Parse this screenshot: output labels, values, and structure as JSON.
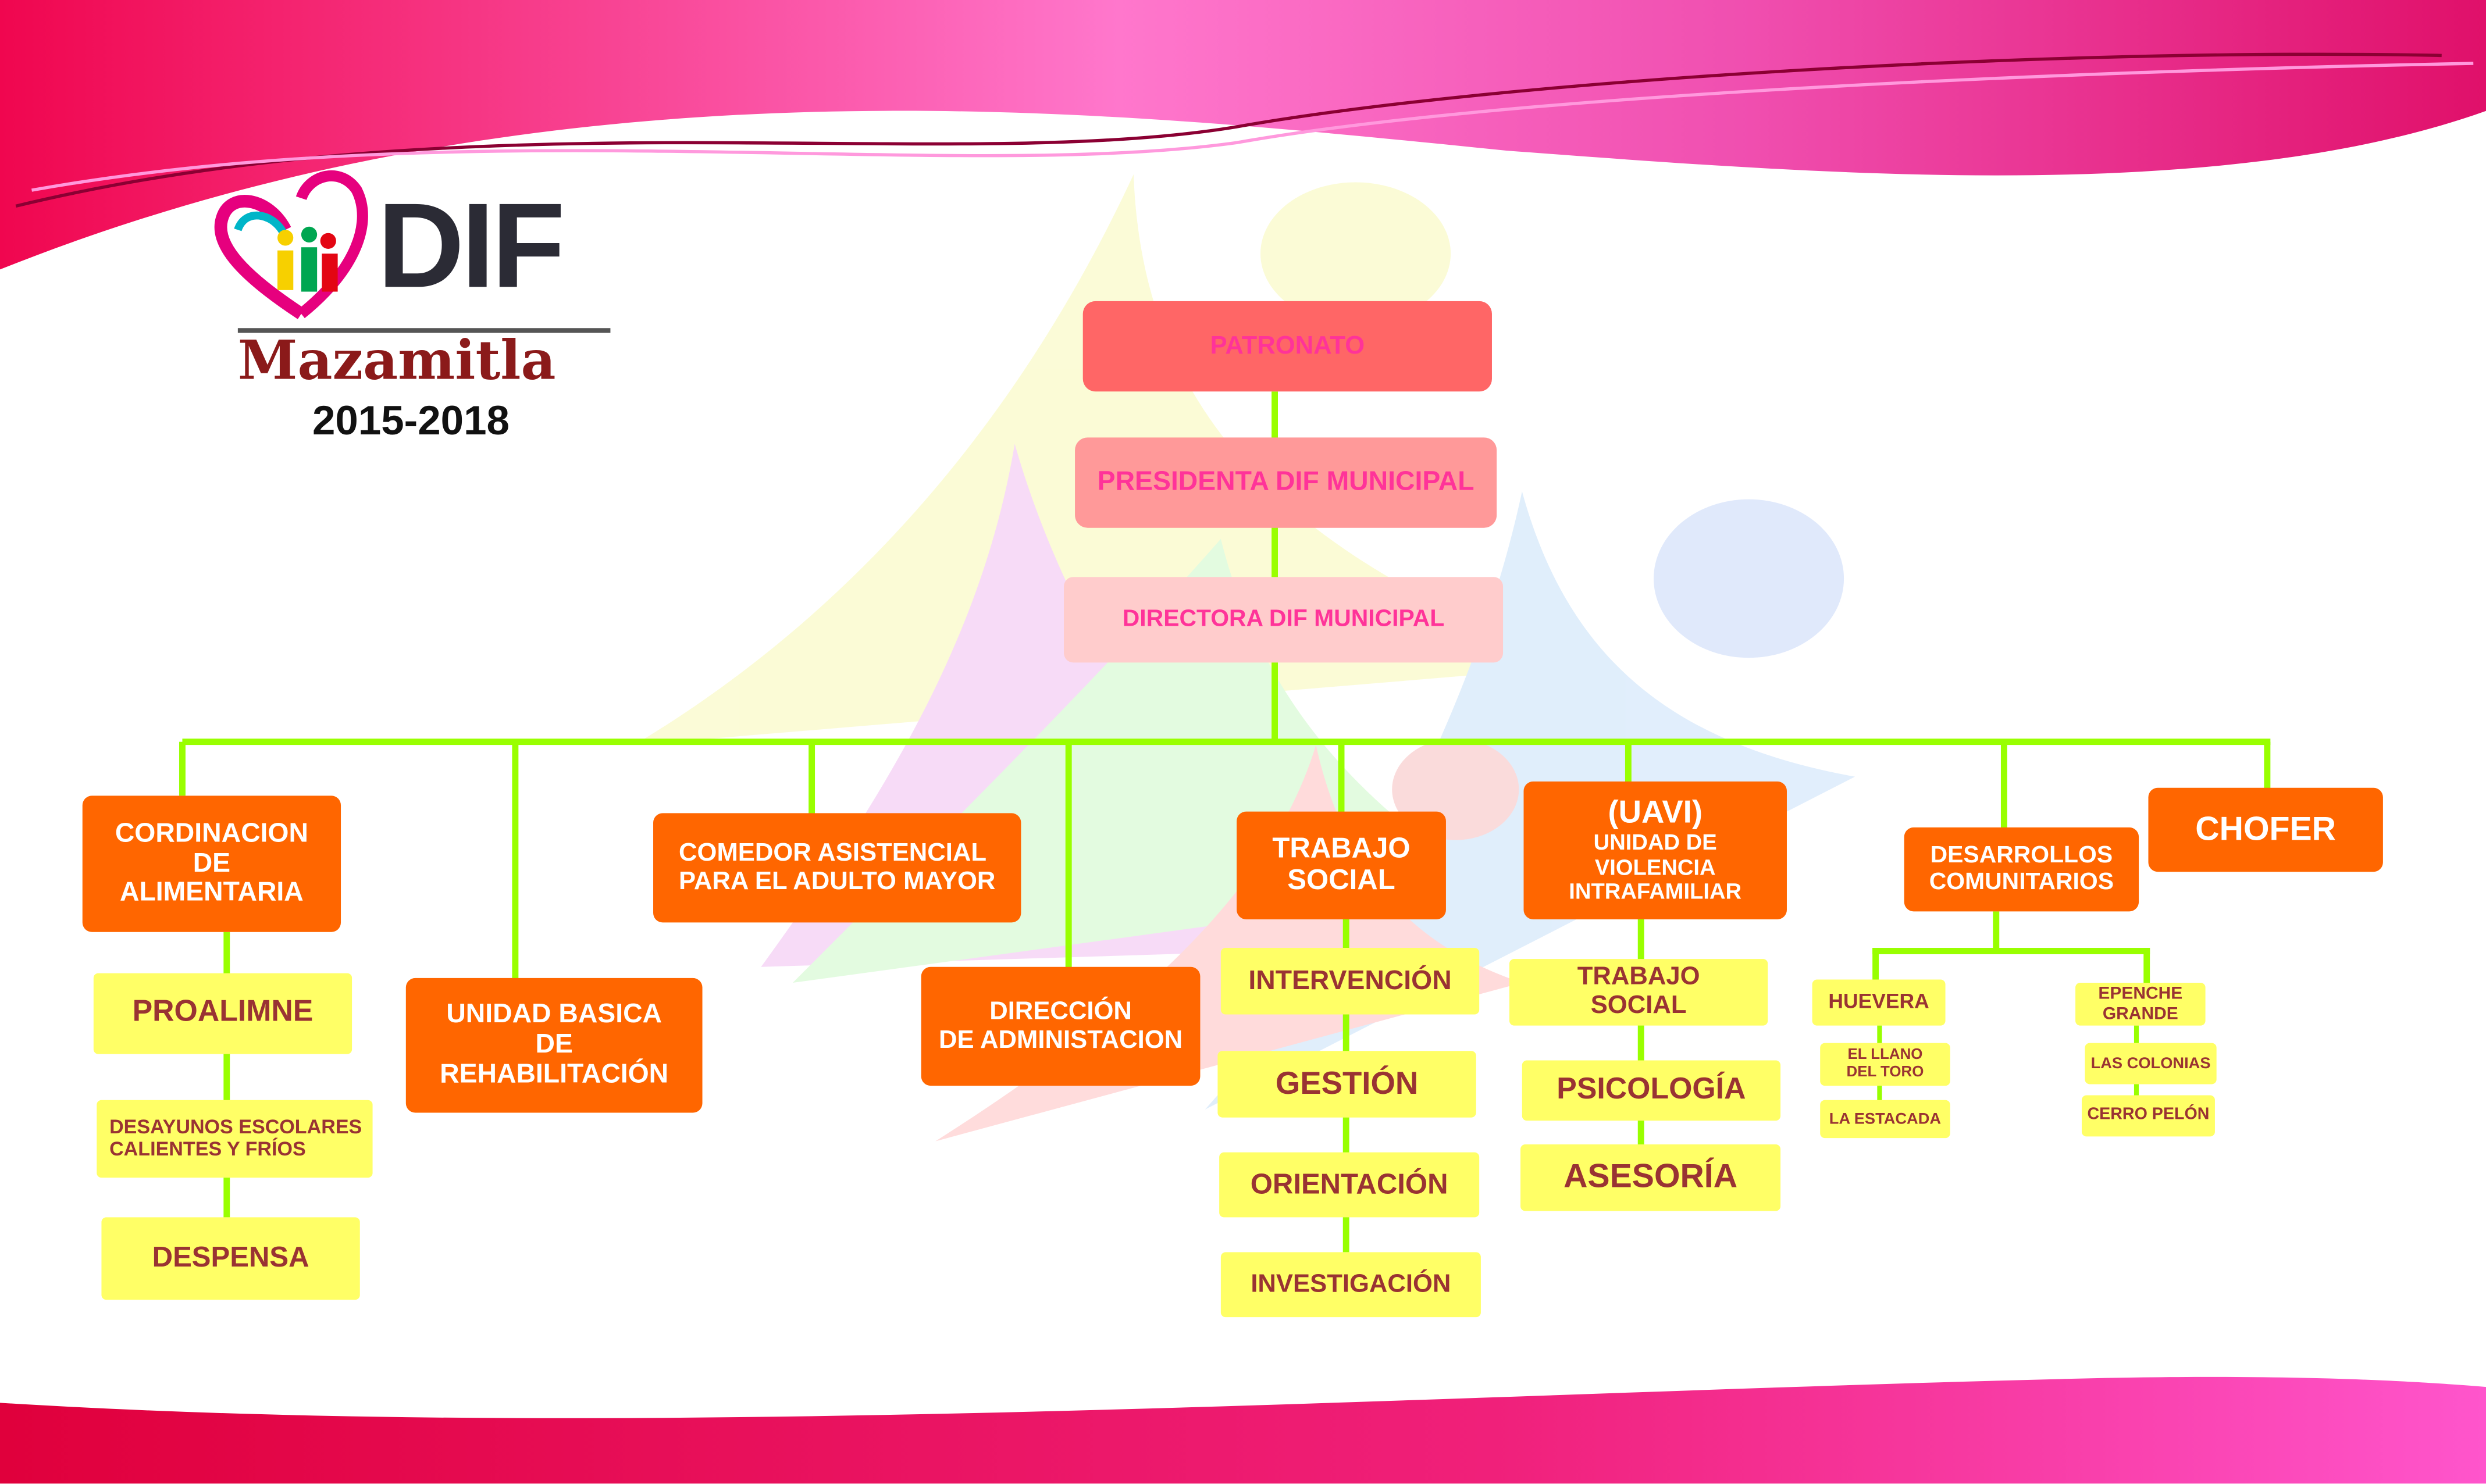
{
  "logo": {
    "brand": "DIF",
    "town": "Mazamitla",
    "years": "2015-2018"
  },
  "colors": {
    "orange": "#ff6600",
    "yellow": "#ffff66",
    "line": "#99ff00",
    "pink_text": "#ff3399"
  },
  "top": {
    "patronato": "PATRONATO",
    "presidenta": "PRESIDENTA DIF MUNICIPAL",
    "directora": "DIRECTORA DIF MUNICIPAL"
  },
  "departments": {
    "cordinacion": "CORDINACION\nDE\nALIMENTARIA",
    "proalimne": "PROALIMNE",
    "desayunos": "DESAYUNOS ESCOLARES\nCALIENTES Y FRÍOS",
    "despensa": "DESPENSA",
    "unidad": "UNIDAD BASICA\nDE\nREHABILITACIÓN",
    "comedor": "COMEDOR ASISTENCIAL\nPARA EL ADULTO MAYOR",
    "direccion": "DIRECCIÓN\nDE ADMINISTACION",
    "trabajo": "TRABAJO\nSOCIAL",
    "intervencion": "INTERVENCIÓN",
    "gestion": "GESTIÓN",
    "orientacion": "ORIENTACIÓN",
    "investigacion": "INVESTIGACIÓN",
    "uavi_title": "(UAVI)",
    "uavi": "UNIDAD DE\nVIOLENCIA\nINTRAFAMILIAR",
    "uavi_trabajo": "TRABAJO\nSOCIAL",
    "psicologia": "PSICOLOGÍA",
    "asesoria": "ASESORÍA",
    "desarrollos": "DESARROLLOS\nCOMUNITARIOS",
    "huevera": "HUEVERA",
    "llano": "EL LLANO\nDEL TORO",
    "estacada": "LA ESTACADA",
    "epenche": "EPENCHE\nGRANDE",
    "colonias": "LAS COLONIAS",
    "cerro": "CERRO PELÓN",
    "chofer": "CHOFER"
  }
}
